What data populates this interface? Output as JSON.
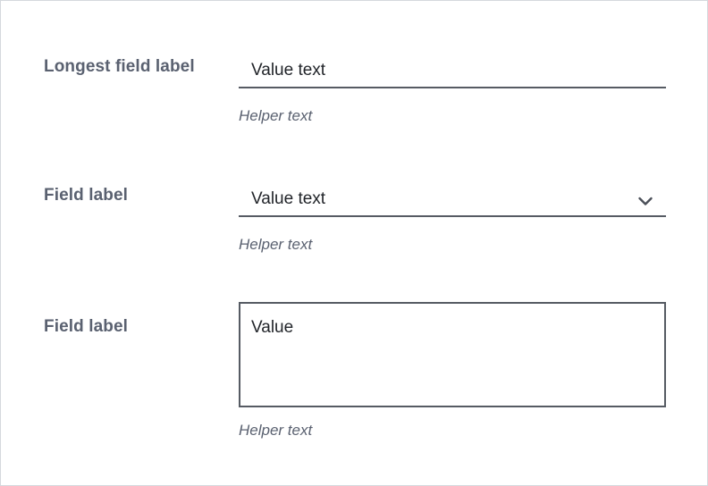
{
  "colors": {
    "frame_border": "#d5d8dd",
    "label_text": "#5a6170",
    "value_text": "#22252a",
    "helper_text": "#5a6170",
    "control_line": "#565b63",
    "background": "#ffffff"
  },
  "form": {
    "fields": [
      {
        "label": "Longest field label",
        "type": "text-input",
        "value": "Value text",
        "helper": "Helper text"
      },
      {
        "label": "Field label",
        "type": "select",
        "value": "Value text",
        "helper": "Helper text",
        "icon": "chevron-down-icon"
      },
      {
        "label": "Field label",
        "type": "textarea",
        "value": "Value",
        "helper": "Helper text"
      }
    ]
  }
}
